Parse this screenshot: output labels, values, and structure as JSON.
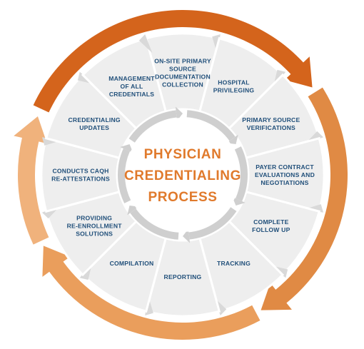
{
  "center": {
    "lines": [
      "PHYSICIAN",
      "CREDENTIALING",
      "PROCESS"
    ]
  },
  "steps": [
    {
      "lines": [
        "ON-SITE PRIMARY",
        "SOURCE",
        "DOCUMENTATION",
        "COLLECTION"
      ]
    },
    {
      "lines": [
        "HOSPITAL",
        "PRIVILEGING"
      ]
    },
    {
      "lines": [
        "PRIMARY SOURCE",
        "VERIFICATIONS"
      ]
    },
    {
      "lines": [
        "PAYER CONTRACT",
        "EVALUATIONS AND",
        "NEGOTIATIONS"
      ]
    },
    {
      "lines": [
        "COMPLETE",
        "FOLLOW UP"
      ]
    },
    {
      "lines": [
        "TRACKING"
      ]
    },
    {
      "lines": [
        "REPORTING"
      ]
    },
    {
      "lines": [
        "COMPILATION"
      ]
    },
    {
      "lines": [
        "PROVIDING",
        "RE-ENROLLMENT",
        "SOLUTIONS"
      ]
    },
    {
      "lines": [
        "CONDUCTS CAQH",
        "RE-ATTESTATIONS"
      ]
    },
    {
      "lines": [
        "CREDENTIALING",
        "UPDATES"
      ]
    },
    {
      "lines": [
        "MANAGEMENT",
        "OF ALL",
        "CREDENTIALS"
      ]
    }
  ],
  "colors": {
    "outer_arrow_top": "#d4641c",
    "outer_arrow_right": "#e08a44",
    "outer_arrow_bottom": "#ea9e5c",
    "outer_arrow_left": "#f0b27c",
    "segment_fill": "#eeeeee",
    "segment_divider": "#ffffff",
    "inner_ring": "#cfcfcf",
    "center_circle": "#ffffff",
    "label_text": "#1f4e79",
    "title_text": "#e07a2c"
  }
}
